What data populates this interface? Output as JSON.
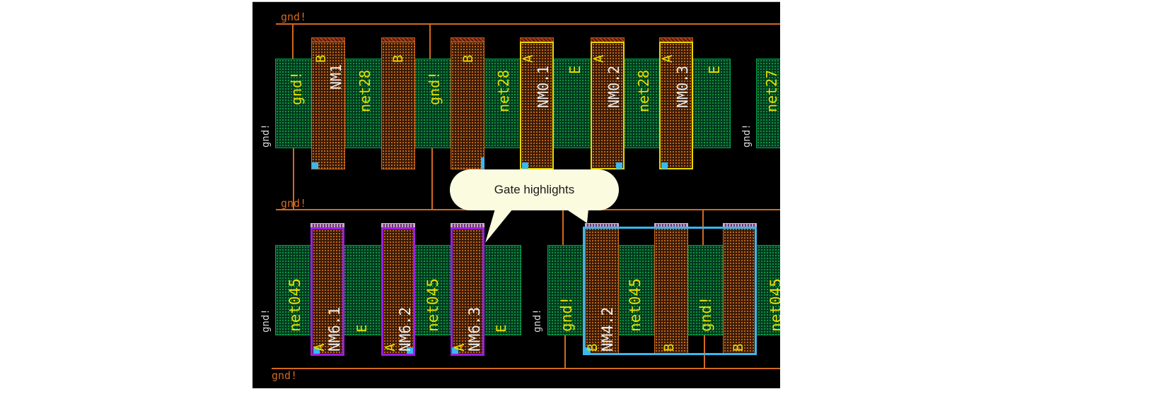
{
  "colors": {
    "background": "#000000",
    "wire": "#d2691e",
    "diffusion": "#00a84e",
    "poly": "#e07a1e",
    "selected_gate_yellow": "#e8d800",
    "selected_gate_purple": "#9a1ee0",
    "selection_box": "#38b8f0",
    "pin": "#38b8f0",
    "callout_fill": "#fbfbe0"
  },
  "buses": {
    "top_label": "gnd!",
    "middle_label": "gnd!",
    "bottom_label": "gnd!"
  },
  "callout": {
    "text": "Gate highlights"
  },
  "top_row": {
    "side_label": "gnd!",
    "right_side_label": "gnd!",
    "diffusion_labels": [
      "gnd!",
      "net28",
      "gnd!",
      "net28",
      "E",
      "net28",
      "E",
      "net27"
    ],
    "gates": [
      {
        "terminal": "B",
        "instance": "NM1",
        "highlight": "none"
      },
      {
        "terminal": "B",
        "instance": "",
        "highlight": "none"
      },
      {
        "terminal": "B",
        "instance": "",
        "highlight": "none"
      },
      {
        "terminal": "A",
        "instance": "NM0.1",
        "highlight": "yellow"
      },
      {
        "terminal": "A",
        "instance": "NM0.2",
        "highlight": "yellow"
      },
      {
        "terminal": "A",
        "instance": "NM0.3",
        "highlight": "yellow"
      }
    ]
  },
  "bottom_left_row": {
    "side_label": "gnd!",
    "diffusion_labels": [
      "net045",
      "E",
      "net045",
      "E"
    ],
    "gates": [
      {
        "terminal": "A",
        "instance": "NM6.1",
        "highlight": "purple"
      },
      {
        "terminal": "A",
        "instance": "NM6.2",
        "highlight": "purple"
      },
      {
        "terminal": "A",
        "instance": "NM6.3",
        "highlight": "purple"
      }
    ]
  },
  "bottom_right_row": {
    "side_label": "gnd!",
    "diffusion_labels": [
      "gnd!",
      "net045",
      "gnd!",
      "net045"
    ],
    "gates": [
      {
        "terminal": "B",
        "instance": "NM4.2",
        "highlight": "selected"
      },
      {
        "terminal": "B",
        "instance": "",
        "highlight": "selected"
      },
      {
        "terminal": "B",
        "instance": "",
        "highlight": "selected"
      }
    ]
  }
}
